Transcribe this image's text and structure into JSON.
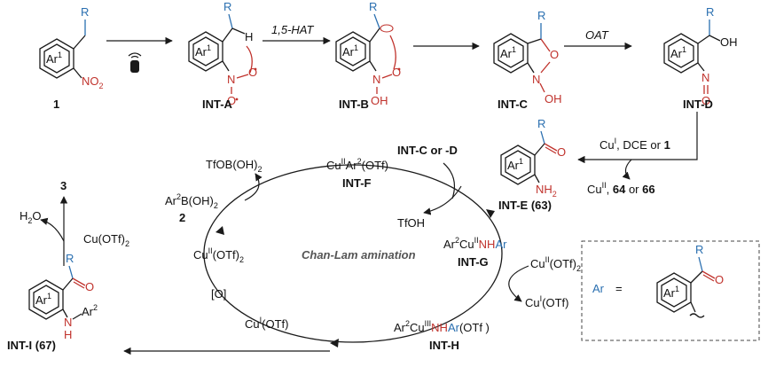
{
  "colors": {
    "blue": "#2a6fb0",
    "red": "#c0322c",
    "ink": "#1a1a1a"
  },
  "top_row": {
    "start": {
      "number": "1",
      "R": "R",
      "ar": "Ar",
      "ar_sup": "1",
      "no2": "NO",
      "no2_sub": "2"
    },
    "arrow1_icon": "light-bulb-icon",
    "int_a": {
      "label": "INT-A",
      "R": "R",
      "H": "H",
      "ar": "Ar",
      "ar_sup": "1",
      "N": "N",
      "O": "O"
    },
    "arrow2_label": "1,5-HAT",
    "int_b": {
      "label": "INT-B",
      "R": "R",
      "ar": "Ar",
      "ar_sup": "1",
      "N": "N",
      "O": "O",
      "OH": "OH"
    },
    "int_c": {
      "label": "INT-C",
      "R": "R",
      "ar": "Ar",
      "ar_sup": "1",
      "N": "N",
      "O": "O",
      "OH": "OH"
    },
    "arrow4_label": "OAT",
    "int_d": {
      "label": "INT-D",
      "R": "R",
      "ar": "Ar",
      "ar_sup": "1",
      "OH": "OH",
      "N": "N",
      "O": "O"
    }
  },
  "right_branch": {
    "cond_top_a": "Cu",
    "cond_top_sup": "I",
    "cond_top_b": ", DCE or ",
    "cond_top_c": "1",
    "cond_bottom_a": "Cu",
    "cond_bottom_sup": "II",
    "cond_bottom_b": ", ",
    "cond_bottom_c": "64",
    "cond_bottom_d": " or ",
    "cond_bottom_e": "66",
    "int_e": {
      "label": "INT-E (",
      "label_num": "63",
      "label_close": ")",
      "R": "R",
      "O": "O",
      "ar": "Ar",
      "ar_sup": "1",
      "nh2": "NH",
      "nh2_sub": "2"
    }
  },
  "cycle": {
    "center_label": "Chan-Lam amination",
    "int_f": {
      "a": "Cu",
      "sup1": "II",
      "b": "Ar",
      "sup2": "2",
      "c": "(OTf)",
      "label": "INT-F"
    },
    "incoming": {
      "a": "INT-C or -D"
    },
    "tfoh": "TfOH",
    "int_g": {
      "a": "Ar",
      "sup1": "2",
      "b": "Cu",
      "sup2": "II",
      "nh": "NH",
      "ar": "Ar",
      "label": "INT-G"
    },
    "cu2_in": {
      "a": "Cu",
      "sup": "II",
      "b": "(OTf)",
      "sub": "2"
    },
    "cu1_out": {
      "a": "Cu",
      "sup": "I",
      "b": "(OTf)"
    },
    "int_h": {
      "a": "Ar",
      "sup1": "2",
      "b": "Cu",
      "sup2": "III",
      "nh": "NH",
      "ar": "Ar",
      "c": "(OTf )",
      "label": "INT-H"
    },
    "cu1_bottom": {
      "a": "Cu",
      "sup": "I",
      "b": "(OTf)"
    },
    "oxidant": "[O]",
    "cu2_left": {
      "a": "Cu",
      "sup": "II",
      "b": "(OTf)",
      "sub": "2"
    },
    "boronic_in": {
      "a": "Ar",
      "sup": "2",
      "b": "B(OH)",
      "sub": "2",
      "num": "2"
    },
    "boronic_out": {
      "a": "TfOB(OH)",
      "sub": "2"
    }
  },
  "left_branch": {
    "product_num": "3",
    "h2o": {
      "a": "H",
      "sub": "2",
      "b": "O"
    },
    "cu_otf2": {
      "a": "Cu(OTf)",
      "sub": "2"
    },
    "int_i": {
      "label": "INT-I (",
      "label_num": "67",
      "label_close": ")",
      "R": "R",
      "O": "O",
      "ar": "Ar",
      "ar_sup": "1",
      "N": "N",
      "H": "H",
      "ar2": "Ar",
      "ar2_sup": "2"
    }
  },
  "legend": {
    "ar": "Ar",
    "eq": "=",
    "R": "R",
    "O": "O",
    "ring_ar": "Ar",
    "ring_sup": "1"
  }
}
